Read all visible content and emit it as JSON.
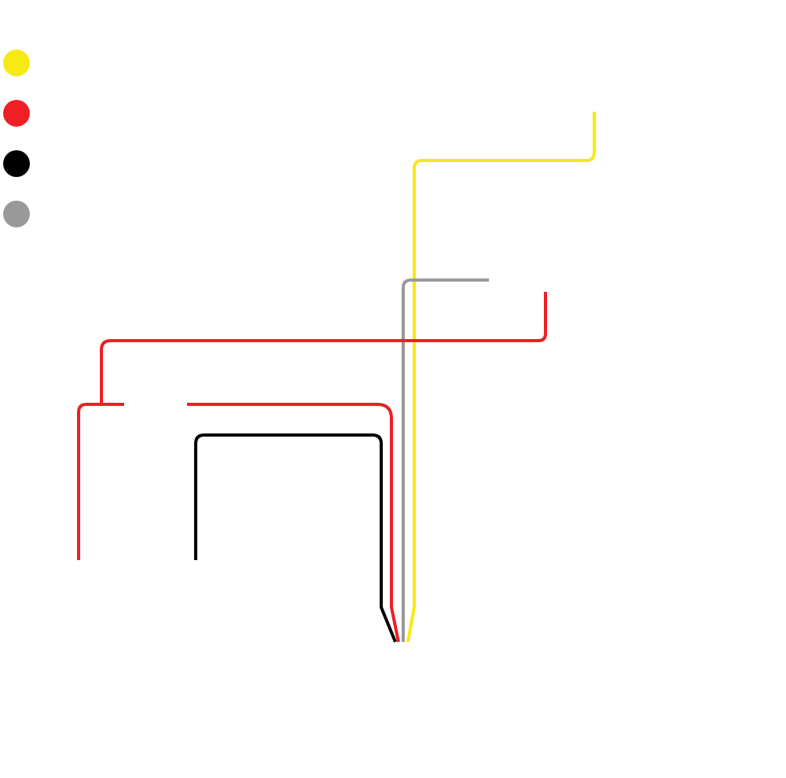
{
  "legend": [
    {
      "key": "yellow",
      "color": "#f5ea14"
    },
    {
      "key": "red",
      "color": "#ee1f25"
    },
    {
      "key": "black",
      "color": "#000000"
    },
    {
      "key": "gray",
      "color": "#999999"
    }
  ],
  "wires": [
    {
      "key": "yellow",
      "color": "#f5ea14"
    },
    {
      "key": "gray",
      "color": "#999999"
    },
    {
      "key": "red-upper",
      "color": "#ee1f25"
    },
    {
      "key": "red-lower-left",
      "color": "#ee1f25"
    },
    {
      "key": "red-lower-right",
      "color": "#ee1f25"
    },
    {
      "key": "black",
      "color": "#000000"
    }
  ]
}
